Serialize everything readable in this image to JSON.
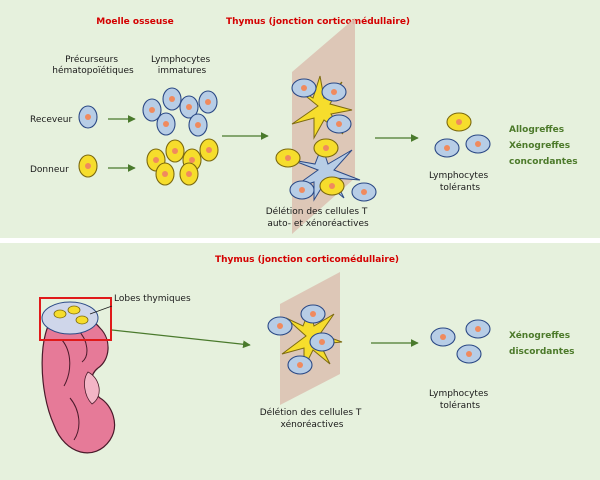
{
  "colors": {
    "panel_bg": "#e6f1dd",
    "title_red": "#d40000",
    "result_green": "#4c7a2a",
    "arrow": "#4a7a2c",
    "cell_blue": "#b7cde6",
    "cell_yellow": "#f6dd2c",
    "nucleus": "#f08a5e",
    "thymus_plane": "#dcc2b2",
    "kidney": "#e67a98",
    "highlight_box": "#e01a1a"
  },
  "top": {
    "title_marrow": "Moelle osseuse",
    "title_thymus": "Thymus (jonction corticomédullaire)",
    "precursors": [
      "Précurseurs",
      "hématopoïétiques"
    ],
    "immature": [
      "Lymphocytes",
      "immatures"
    ],
    "recipient": "Receveur",
    "donor": "Donneur",
    "deletion": [
      "Délétion des cellules T",
      "auto- et xénoréactives"
    ],
    "tolerant": [
      "Lymphocytes",
      "tolérants"
    ],
    "outcomes": [
      "Allogreffes",
      "Xénogreffes",
      "concordantes"
    ]
  },
  "bottom": {
    "title_thymus": "Thymus (jonction corticomédullaire)",
    "lobes": "Lobes thymiques",
    "deletion": [
      "Délétion des cellules T",
      "xénoréactives"
    ],
    "tolerant": [
      "Lymphocytes",
      "tolérants"
    ],
    "outcomes": [
      "Xénogreffes",
      "discordantes"
    ]
  }
}
